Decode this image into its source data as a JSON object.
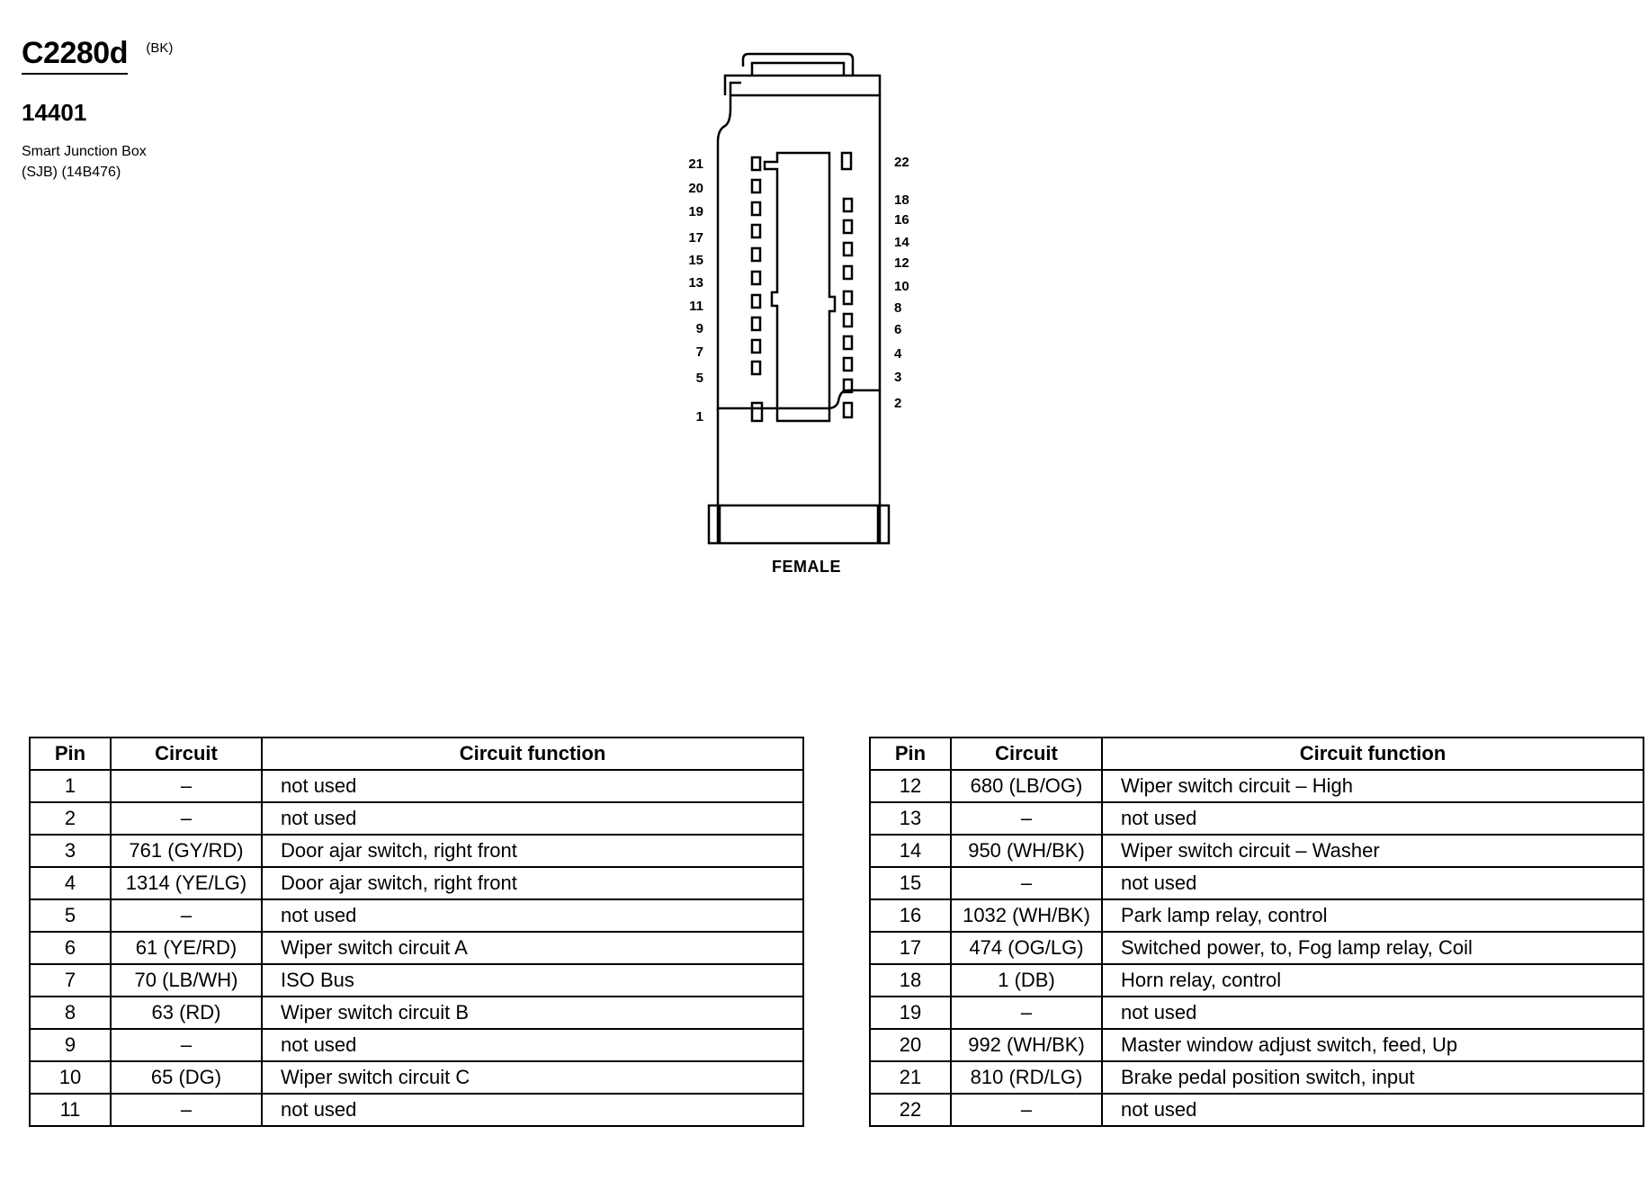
{
  "header": {
    "connector_id": "C2280d",
    "color_code": "(BK)",
    "part_number": "14401",
    "description_line1": "Smart Junction Box",
    "description_line2": "(SJB) (14B476)"
  },
  "connector": {
    "gender": "FEMALE",
    "left_pin_labels": [
      "21",
      "20",
      "19",
      "17",
      "15",
      "13",
      "11",
      "9",
      "7",
      "5",
      "1"
    ],
    "right_pin_labels": [
      "22",
      "18",
      "16",
      "14",
      "12",
      "10",
      "8",
      "6",
      "4",
      "3",
      "2"
    ]
  },
  "table_headers": {
    "pin": "Pin",
    "circuit": "Circuit",
    "function": "Circuit function"
  },
  "table_left": [
    {
      "pin": "1",
      "circuit": "–",
      "function": "not used"
    },
    {
      "pin": "2",
      "circuit": "–",
      "function": "not used"
    },
    {
      "pin": "3",
      "circuit": "761 (GY/RD)",
      "function": "Door ajar switch, right front"
    },
    {
      "pin": "4",
      "circuit": "1314 (YE/LG)",
      "function": "Door ajar switch, right front"
    },
    {
      "pin": "5",
      "circuit": "–",
      "function": "not used"
    },
    {
      "pin": "6",
      "circuit": "61 (YE/RD)",
      "function": "Wiper switch circuit A"
    },
    {
      "pin": "7",
      "circuit": "70 (LB/WH)",
      "function": "ISO Bus"
    },
    {
      "pin": "8",
      "circuit": "63 (RD)",
      "function": "Wiper switch circuit B"
    },
    {
      "pin": "9",
      "circuit": "–",
      "function": "not used"
    },
    {
      "pin": "10",
      "circuit": "65 (DG)",
      "function": "Wiper switch circuit C"
    },
    {
      "pin": "11",
      "circuit": "–",
      "function": "not used"
    }
  ],
  "table_right": [
    {
      "pin": "12",
      "circuit": "680 (LB/OG)",
      "function": "Wiper switch circuit – High"
    },
    {
      "pin": "13",
      "circuit": "–",
      "function": "not used"
    },
    {
      "pin": "14",
      "circuit": "950 (WH/BK)",
      "function": "Wiper switch circuit – Washer"
    },
    {
      "pin": "15",
      "circuit": "–",
      "function": "not used"
    },
    {
      "pin": "16",
      "circuit": "1032 (WH/BK)",
      "function": "Park lamp relay, control"
    },
    {
      "pin": "17",
      "circuit": "474 (OG/LG)",
      "function": "Switched power, to, Fog lamp relay, Coil"
    },
    {
      "pin": "18",
      "circuit": "1 (DB)",
      "function": "Horn relay, control"
    },
    {
      "pin": "19",
      "circuit": "–",
      "function": "not used"
    },
    {
      "pin": "20",
      "circuit": "992 (WH/BK)",
      "function": "Master window adjust switch, feed, Up"
    },
    {
      "pin": "21",
      "circuit": "810 (RD/LG)",
      "function": "Brake pedal position switch, input"
    },
    {
      "pin": "22",
      "circuit": "–",
      "function": "not used"
    }
  ]
}
